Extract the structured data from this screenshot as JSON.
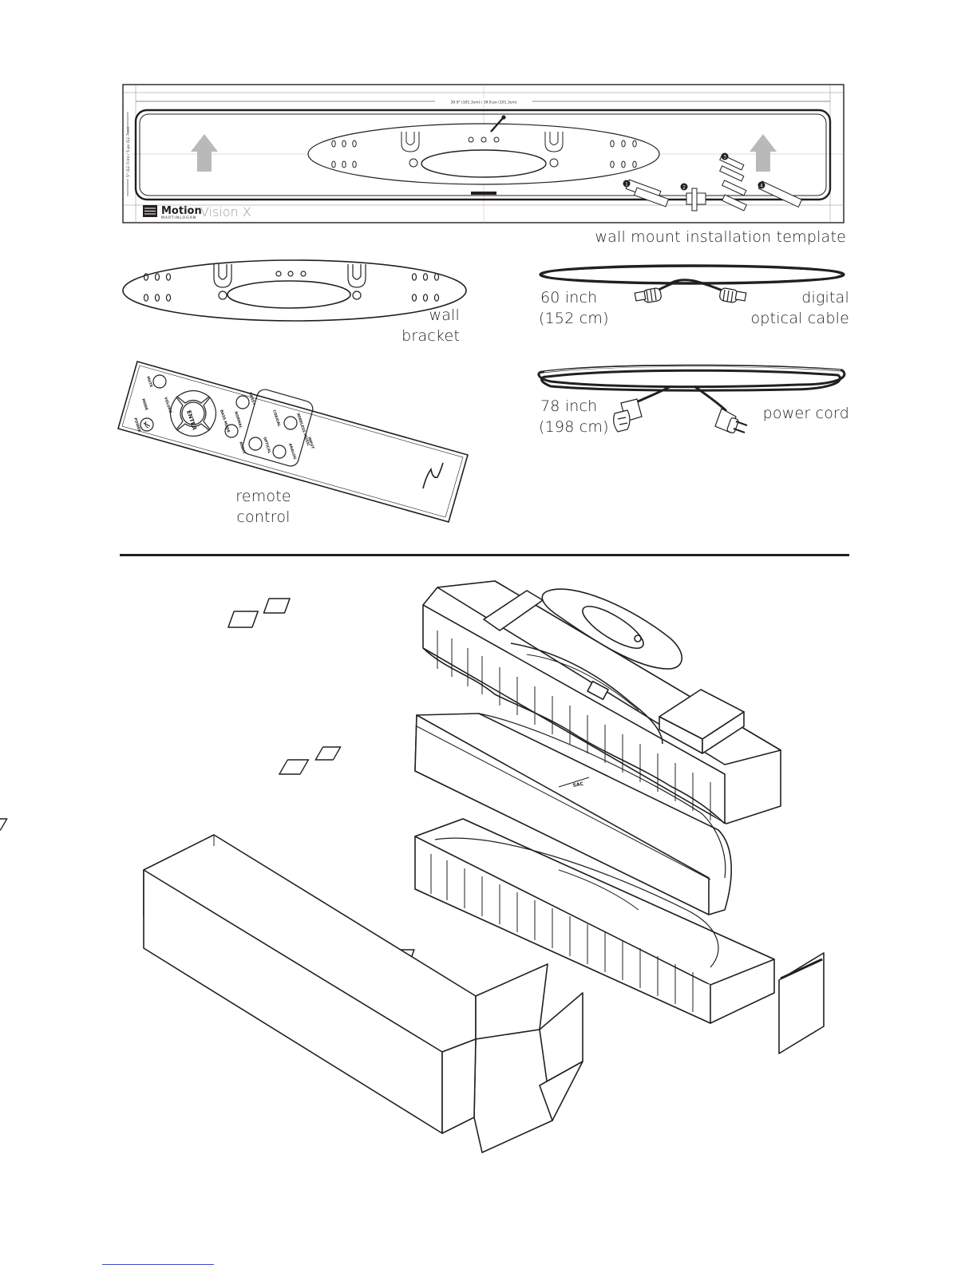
{
  "template": {
    "dim_width": "39.9\" (101.3cm) / 39.9 po (101.3cm)",
    "dim_height": "5\" (12.7cm) / 5 po (12.7cm)",
    "logo_motion": "Motion",
    "logo_maker": "MARTINLOGAN",
    "logo_model": "Vision X",
    "step_numbers": [
      "1",
      "2",
      "3",
      "4"
    ]
  },
  "labels": {
    "template": "wall mount installation template",
    "bracket_line1": "wall",
    "bracket_line2": "bracket",
    "optical_length_line1": "60 inch",
    "optical_length_line2": "(152 cm)",
    "optical_name_line1": "digital",
    "optical_name_line2": "optical cable",
    "power_length_line1": "78 inch",
    "power_length_line2": "(198 cm)",
    "power_name": "power cord",
    "remote_line1": "remote",
    "remote_line2": "control"
  },
  "remote_buttons": {
    "mute": "MUTE",
    "power": "POWER",
    "mode": "MODE",
    "volume": "VOLUME",
    "enter": "ENTER",
    "bass_mode": "BASS MODE",
    "bass_plus": "BASS+",
    "normal": "NORMAL",
    "night": "NIGHT",
    "coaxial": "COAXIAL",
    "wireless": "WIRELESS MUSIC",
    "optical": "OPTICAL",
    "analog": "ANALOG",
    "input": "INPUT"
  },
  "soundbar_badge": "SAC"
}
